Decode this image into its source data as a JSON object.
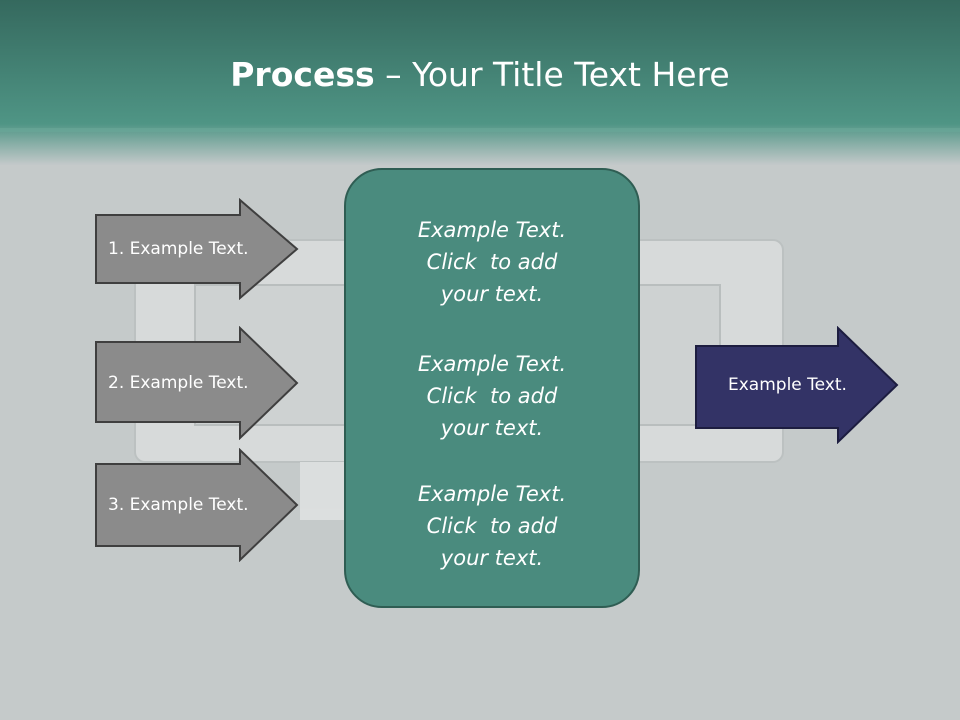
{
  "slide": {
    "title_bold": "Process",
    "title_rest": " – Your Title Text Here"
  },
  "input_arrows": [
    {
      "label": "1. Example Text."
    },
    {
      "label": "2. Example Text."
    },
    {
      "label": "3. Example Text."
    }
  ],
  "center_box": {
    "blocks": [
      {
        "lines": [
          "Example Text.",
          "Click  to add",
          "your text."
        ]
      },
      {
        "lines": [
          "Example Text.",
          "Click  to add",
          "your text."
        ]
      },
      {
        "lines": [
          "Example Text.",
          "Click  to add",
          "your text."
        ]
      }
    ]
  },
  "output_arrow": {
    "label": "Example Text."
  },
  "colors": {
    "header_teal": "#3d7f70",
    "box_teal": "#4a8b7e",
    "input_arrow_gray": "#8b8b8b",
    "output_arrow_navy": "#333366"
  }
}
